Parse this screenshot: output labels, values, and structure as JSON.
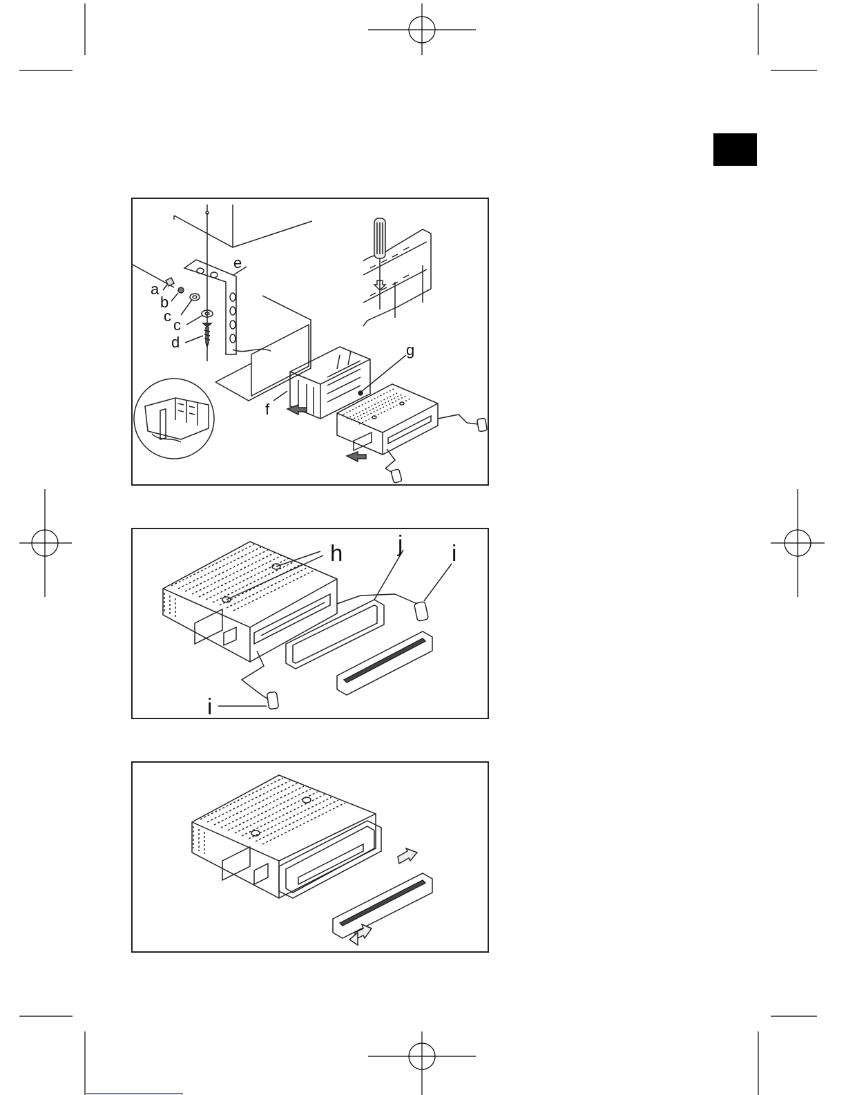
{
  "section_tab": {
    "color": "#000000"
  },
  "figure1": {
    "labels": {
      "a": "a",
      "b": "b",
      "c1": "c",
      "c2": "c",
      "d": "d",
      "e": "e",
      "f": "f",
      "g": "g"
    }
  },
  "figure2": {
    "labels": {
      "h": "h",
      "j": "j",
      "i_top": "i",
      "i_bottom": "i"
    }
  },
  "figure3": {}
}
